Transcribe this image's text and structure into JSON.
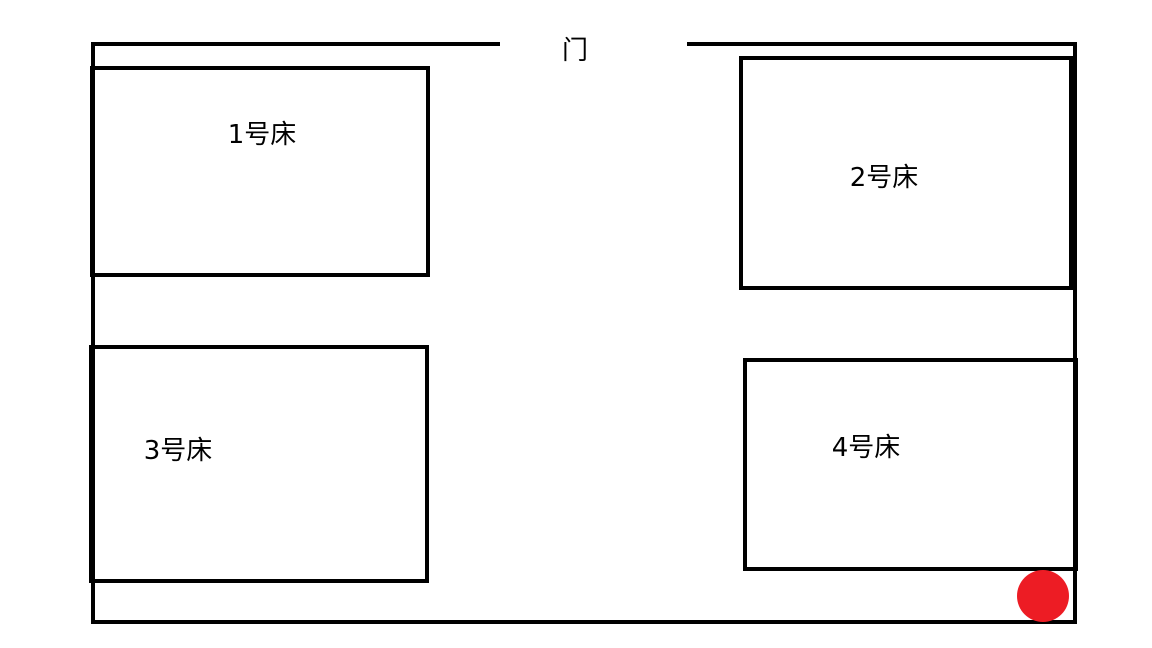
{
  "door": {
    "label": "门"
  },
  "beds": [
    {
      "label": "1号床"
    },
    {
      "label": "2号床"
    },
    {
      "label": "3号床"
    },
    {
      "label": "4号床"
    }
  ],
  "colors": {
    "outline": "#000000",
    "marker": "#ed1c24",
    "background": "#ffffff"
  },
  "marker": {
    "shape": "circle"
  }
}
